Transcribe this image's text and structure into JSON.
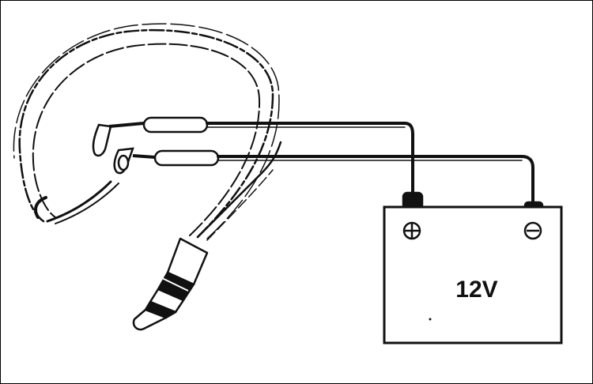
{
  "battery": {
    "voltage_label": "12V",
    "positive_symbol": "plus-symbol",
    "negative_symbol": "minus-symbol"
  },
  "colors": {
    "ink": "#111111",
    "background": "#ffffff"
  }
}
